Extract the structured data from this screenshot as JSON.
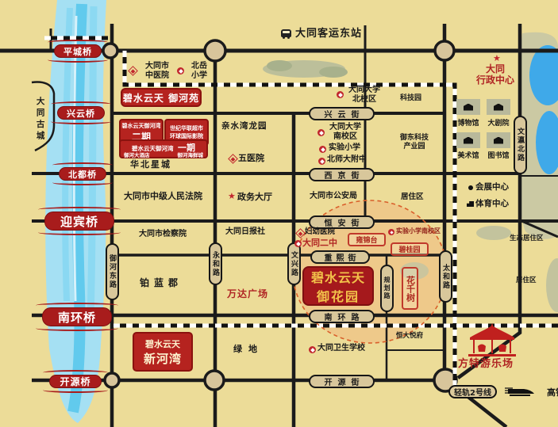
{
  "station": {
    "label": "大同客运东站"
  },
  "transit": {
    "qinggui": "轻轨2号线",
    "gaotie": "高铁"
  },
  "bridges": {
    "pingcheng": "平城桥",
    "xingyun": "兴云桥",
    "beidu": "北都桥",
    "yingbin": "迎宾桥",
    "nanhuan": "南环桥",
    "kaiyuan": "开源桥"
  },
  "streets": {
    "xingyun": "兴云街",
    "xijing": "西京街",
    "hengan": "恒安街",
    "chongxi": "重熙街",
    "nanhuan": "南环路",
    "kaiyuan": "开源街",
    "yuhedong": "御河东路",
    "yonghe": "永和路",
    "wenxing": "文兴路",
    "taihe": "太和路",
    "wenyingbei": "文瀛北路",
    "guihua": "规划路"
  },
  "properties": {
    "yuheyuan": {
      "name": "碧水云天 御河苑"
    },
    "erqi": {
      "name": "碧水云天御河湾",
      "phase": "二期"
    },
    "shiji": {
      "line1": "世纪华联超市",
      "line2": "环球国际影院"
    },
    "yiqi": {
      "name": "碧水云天御河湾",
      "phase": "一期",
      "sub1": "御河大酒店",
      "sub2": "御河海鲜城"
    },
    "yuhuayuan": {
      "line1": "碧水云天",
      "line2": "御花园"
    },
    "xinhewan": {
      "line1": "碧水云天",
      "line2": "新河湾"
    }
  },
  "estates": {
    "yongjintai": "雍锦台",
    "biguiyuan": "碧桂园",
    "huaqianshu": "花千树",
    "bolanjun": "铂蓝郡",
    "huabeixingcheng": "华北星城",
    "qinshuiwan": "亲水湾龙园",
    "hengdayuefu": "恒大悦府",
    "wanda": "万达广场",
    "lvdi": "绿地"
  },
  "landmarks": {
    "zhongyiyuan": {
      "line1": "大同市",
      "line2": "中医院"
    },
    "beiyue": {
      "line1": "北岳",
      "line2": "小学"
    },
    "univ_north": {
      "line1": "大同大学",
      "line2": "北校区"
    },
    "univ_south": {
      "line1": "大同大学",
      "line2": "南校区"
    },
    "kejiyuan": "科技园",
    "xingzheng": {
      "line1": "大同",
      "line2": "行政中心"
    },
    "bowuguan": "博物馆",
    "dajuyuan": "大剧院",
    "meishuguan": "美术馆",
    "tushuguan": "图书馆",
    "wuyiyuan": "五医院",
    "shiyan_xiaoxue": "实验小学",
    "beishida": "北师大附中",
    "yudong": {
      "line1": "御东科技",
      "line2": "产业园"
    },
    "fayuan": "大同市中级人民法院",
    "zhengwu": "政务大厅",
    "gonganju": "大同市公安局",
    "juzhuqu1": "居住区",
    "juzhuqu2": "居住区",
    "shengtai": "生态居住区",
    "huizhan": "会展中心",
    "tiyu": "体育中心",
    "jianchayuan": "大同市检察院",
    "ribaoshe": "大同日报社",
    "fuyou": "妇幼医院",
    "erzhong": "大同二中",
    "shiyan_nan": "实验小学南校区",
    "weixiao": "大同卫生学校",
    "fangte": "方特游乐场",
    "gucheng": "大同古城"
  },
  "colors": {
    "background": "#ecdc98",
    "road": "#1b1b1b",
    "river": "#a5e0f3",
    "lake": "#3fa9e9",
    "brand_red": "#b5231f",
    "zone_orange": "#f0b97f",
    "gold": "#f2c24a"
  }
}
